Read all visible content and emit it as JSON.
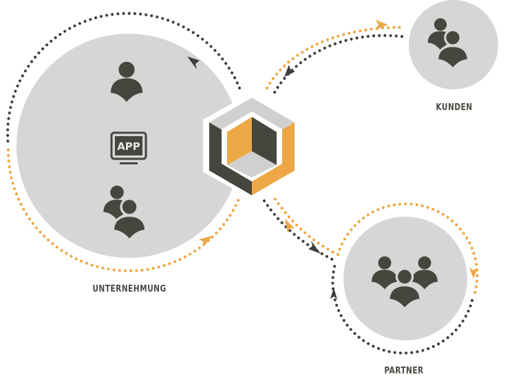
{
  "colors": {
    "background": "#ffffff",
    "circle_fill": "#d6d6d6",
    "icon_dark": "#46463f",
    "accent_orange": "#eda745",
    "dot_dark": "#3f3f3a",
    "cube_light": "#d0d0d0"
  },
  "nodes": {
    "unternehmung": {
      "label": "UNTERNEHMUNG",
      "icons": [
        "person-icon",
        "app-monitor-icon",
        "two-people-icon"
      ],
      "app_label": "APP"
    },
    "kunden": {
      "label": "KUNDEN",
      "icons": [
        "two-people-icon"
      ]
    },
    "partner": {
      "label": "PARTNER",
      "icons": [
        "three-people-icon"
      ]
    },
    "hub": {
      "icon": "hexagon-cube-logo-icon"
    }
  },
  "flows": [
    {
      "from": "hub",
      "to": "kunden",
      "color": "orange",
      "direction": "outgoing"
    },
    {
      "from": "kunden",
      "to": "hub",
      "color": "dark",
      "direction": "incoming"
    },
    {
      "from": "hub",
      "to": "partner",
      "color": "dark",
      "direction": "outgoing"
    },
    {
      "from": "partner",
      "to": "hub",
      "color": "orange",
      "direction": "incoming"
    },
    {
      "from": "hub",
      "to": "unternehmung",
      "color": "dark",
      "direction": "loop-top"
    },
    {
      "from": "unternehmung",
      "to": "hub",
      "color": "orange",
      "direction": "loop-bottom"
    },
    {
      "from": "partner",
      "to": "partner",
      "color": "orange",
      "direction": "loop-right"
    },
    {
      "from": "partner",
      "to": "partner",
      "color": "dark",
      "direction": "loop-bottom"
    }
  ]
}
